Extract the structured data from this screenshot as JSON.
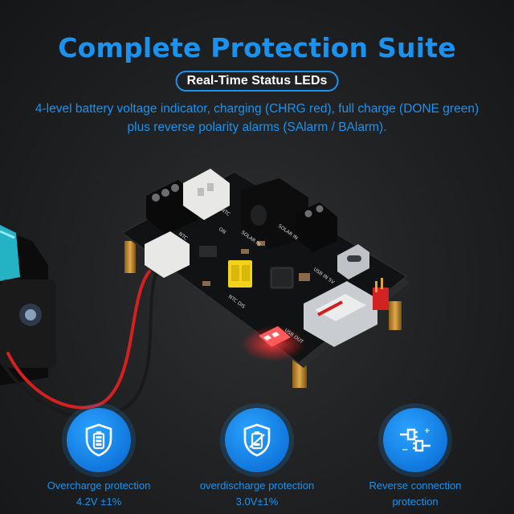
{
  "heading": {
    "title": "Complete Protection Suite",
    "subtitle": "Real-Time Status LEDs",
    "description_line1": "4-level battery voltage indicator, charging (CHRG red), full charge (DONE green)",
    "description_line2": "plus reverse polarity alarms (SAlarm / BAlarm)."
  },
  "board_labels": {
    "ntc": "NTC",
    "solar_in": "SOLAR IN",
    "usb_in": "USB IN 5V",
    "usb_out": "USB OUT",
    "ntc_dis": "NTC DIS",
    "on": "ON"
  },
  "features": [
    {
      "icon": "battery-shield-icon",
      "line1": "Overcharge protection",
      "line2": "4.2V ±1%"
    },
    {
      "icon": "low-battery-shield-icon",
      "line1": "overdischarge protection",
      "line2": "3.0V±1%"
    },
    {
      "icon": "reverse-plug-icon",
      "line1": "Reverse connection",
      "line2": "protection"
    }
  ],
  "colors": {
    "accent": "#1a93f0",
    "pcb": "#111213",
    "led_red": "#ff3030",
    "jumper": "#f2d21a"
  }
}
